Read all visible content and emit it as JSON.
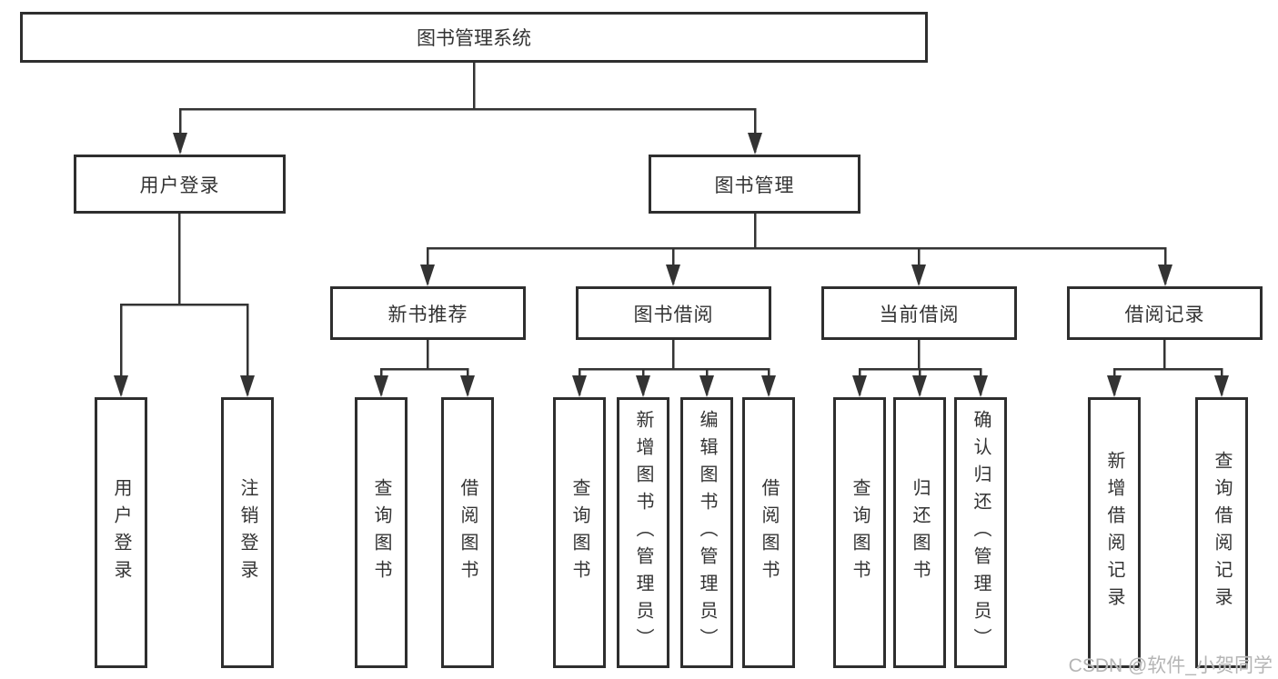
{
  "diagram": {
    "type": "hierarchy-tree",
    "watermark": "CSDN @软件_小贺同学",
    "colors": {
      "background": "#ffffff",
      "box_border": "#2e2e2e",
      "line": "#333333",
      "text": "#333333",
      "watermark_text": "#b5b5b5"
    },
    "nodes": {
      "root": {
        "label": "图书管理系统"
      },
      "login": {
        "label": "用户登录"
      },
      "mgmt": {
        "label": "图书管理"
      },
      "rec": {
        "label": "新书推荐"
      },
      "borrow": {
        "label": "图书借阅"
      },
      "current": {
        "label": "当前借阅"
      },
      "records": {
        "label": "借阅记录"
      },
      "login_user": {
        "label": "用户登录"
      },
      "login_logout": {
        "label": "注销登录"
      },
      "rec_query": {
        "label": "查询图书"
      },
      "rec_borrow": {
        "label": "借阅图书"
      },
      "borrow_query": {
        "label": "查询图书"
      },
      "borrow_add": {
        "label": "新增图书（管理员）"
      },
      "borrow_edit": {
        "label": "编辑图书（管理员）"
      },
      "borrow_borrow": {
        "label": "借阅图书"
      },
      "current_query": {
        "label": "查询图书"
      },
      "current_return": {
        "label": "归还图书"
      },
      "current_confirm": {
        "label": "确认归还（管理员）"
      },
      "records_add": {
        "label": "新增借阅记录"
      },
      "records_query": {
        "label": "查询借阅记录"
      }
    },
    "structure": {
      "root": [
        "login",
        "mgmt"
      ],
      "login": [
        "login_user",
        "login_logout"
      ],
      "mgmt": [
        "rec",
        "borrow",
        "current",
        "records"
      ],
      "rec": [
        "rec_query",
        "rec_borrow"
      ],
      "borrow": [
        "borrow_query",
        "borrow_add",
        "borrow_edit",
        "borrow_borrow"
      ],
      "current": [
        "current_query",
        "current_return",
        "current_confirm"
      ],
      "records": [
        "records_add",
        "records_query"
      ]
    }
  }
}
